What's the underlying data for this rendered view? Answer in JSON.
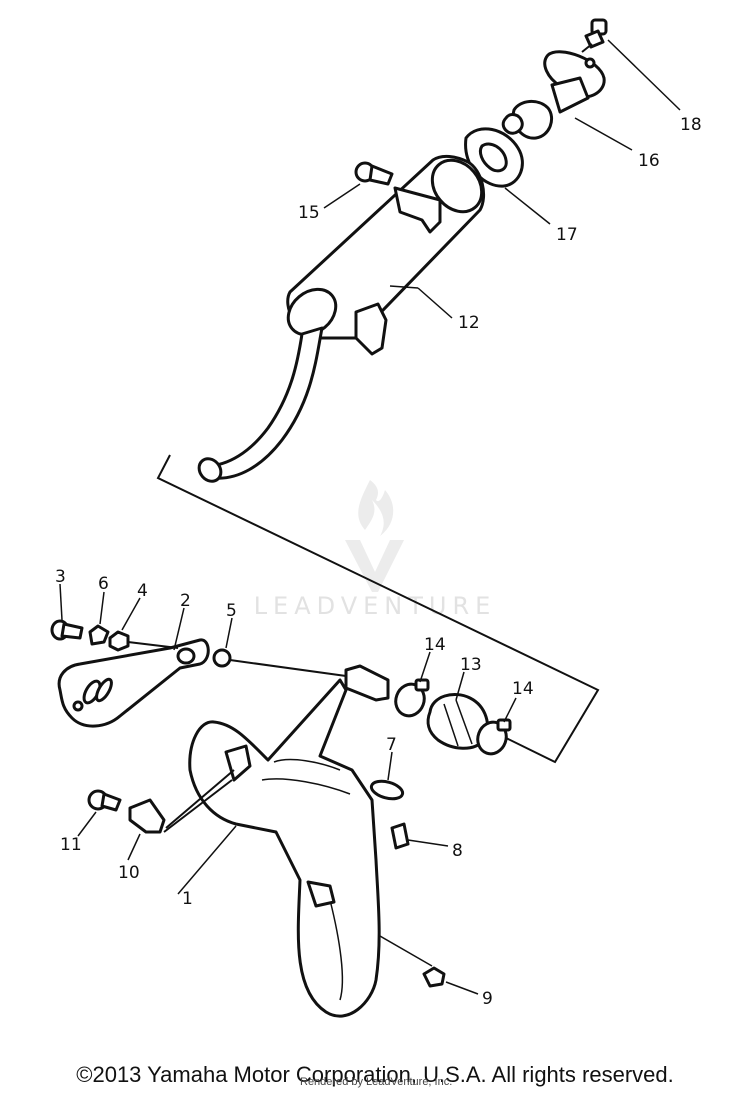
{
  "watermark": {
    "brand": "LEADVENTURE"
  },
  "callouts": [
    {
      "id": "1",
      "label": "1"
    },
    {
      "id": "2",
      "label": "2"
    },
    {
      "id": "3",
      "label": "3"
    },
    {
      "id": "4",
      "label": "4"
    },
    {
      "id": "5",
      "label": "5"
    },
    {
      "id": "6",
      "label": "6"
    },
    {
      "id": "7",
      "label": "7"
    },
    {
      "id": "8",
      "label": "8"
    },
    {
      "id": "9",
      "label": "9"
    },
    {
      "id": "10",
      "label": "10"
    },
    {
      "id": "11",
      "label": "11"
    },
    {
      "id": "12",
      "label": "12"
    },
    {
      "id": "13",
      "label": "13"
    },
    {
      "id": "14a",
      "label": "14"
    },
    {
      "id": "14b",
      "label": "14"
    },
    {
      "id": "15",
      "label": "15"
    },
    {
      "id": "16",
      "label": "16"
    },
    {
      "id": "17",
      "label": "17"
    },
    {
      "id": "18",
      "label": "18"
    }
  ],
  "footer": {
    "copyright": "©2013 Yamaha Motor Corporation, U.S.A. All rights reserved.",
    "rendered_by": "Rendered by LeadVenture, Inc."
  }
}
